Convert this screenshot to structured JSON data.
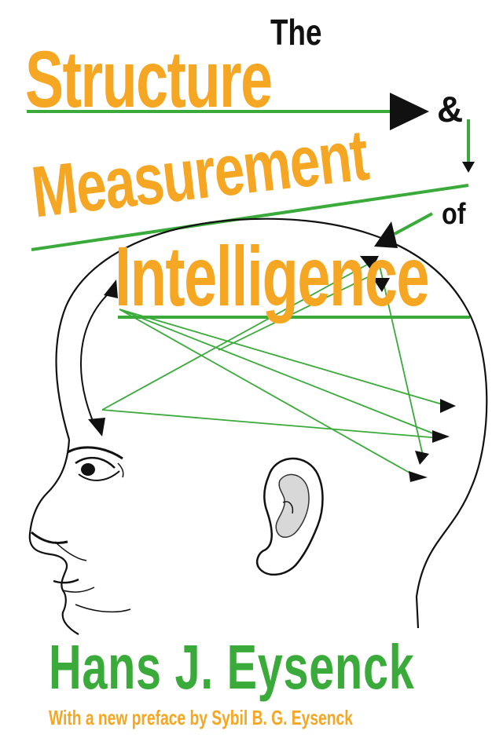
{
  "cover": {
    "title_the": "The",
    "title_structure": "Structure",
    "title_amp": "&",
    "title_measurement": "Measurement",
    "title_of": "of",
    "title_intelligence": "Intelligence",
    "author": "Hans J. Eysenck",
    "preface": "With a new preface by Sybil B. G. Eysenck"
  },
  "colors": {
    "title_orange": "#f5a623",
    "accent_green": "#3aaa3a",
    "ink_black": "#111111",
    "background": "#ffffff"
  },
  "icons": [
    "head-profile-illustration",
    "eye-illustration",
    "ear-illustration",
    "arrow-icon"
  ]
}
